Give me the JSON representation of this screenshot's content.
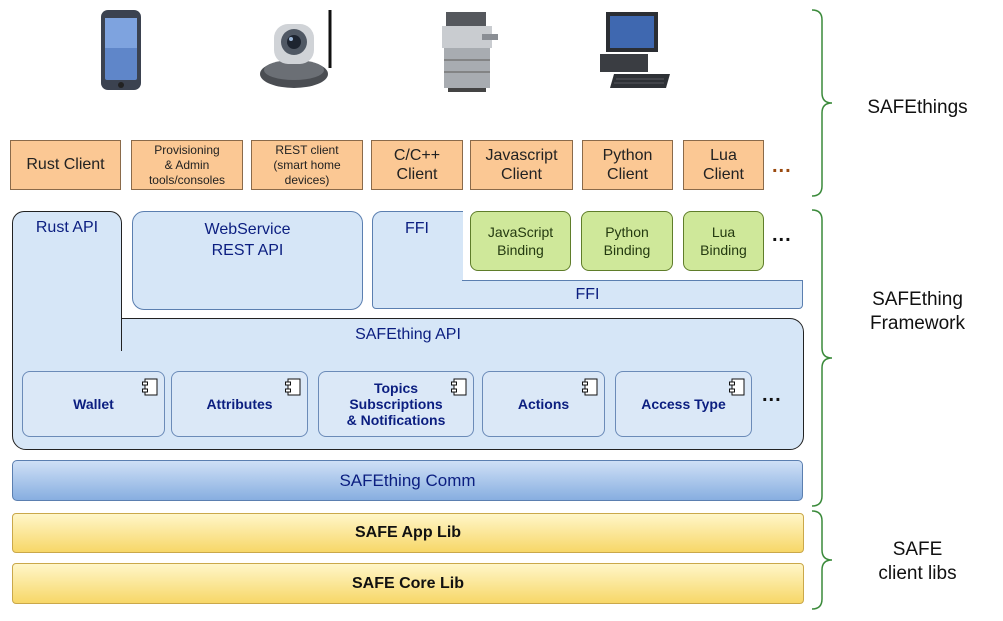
{
  "clients": [
    {
      "label": "Rust Client"
    },
    {
      "label": "Provisioning\n& Admin\ntools/consoles"
    },
    {
      "label": "REST client\n(smart home\ndevices)"
    },
    {
      "label": "C/C++\nClient"
    },
    {
      "label": "Javascript\nClient"
    },
    {
      "label": "Python\nClient"
    },
    {
      "label": "Lua\nClient"
    }
  ],
  "client_ellipsis": "...",
  "framework": {
    "rust_api": "Rust API",
    "webservice": "WebService\nREST API",
    "ffi_top": "FFI",
    "bindings": [
      "JavaScript\nBinding",
      "Python\nBinding",
      "Lua\nBinding"
    ],
    "binding_ellipsis": "...",
    "ffi_bar": "FFI",
    "safething_api": "SAFEthing API",
    "components": [
      "Wallet",
      "Attributes",
      "Topics\nSubscriptions\n& Notifications",
      "Actions",
      "Access Type"
    ],
    "component_ellipsis": "...",
    "comm": "SAFEthing Comm"
  },
  "libs": {
    "app": "SAFE App Lib",
    "core": "SAFE Core Lib"
  },
  "groups": {
    "things": "SAFEthings",
    "framework": "SAFEthing\nFramework",
    "libs": "SAFE\nclient libs"
  },
  "devices": [
    "phone-icon",
    "camera-icon",
    "printer-icon",
    "computer-icon"
  ],
  "colors": {
    "client": "#fbc894",
    "api": "#d6e6f7",
    "binding": "#cfe89a",
    "comm": "#87aee0",
    "lib": "#f7d768",
    "brace": "#3a8a3a",
    "text_blue": "#0b1e80"
  }
}
